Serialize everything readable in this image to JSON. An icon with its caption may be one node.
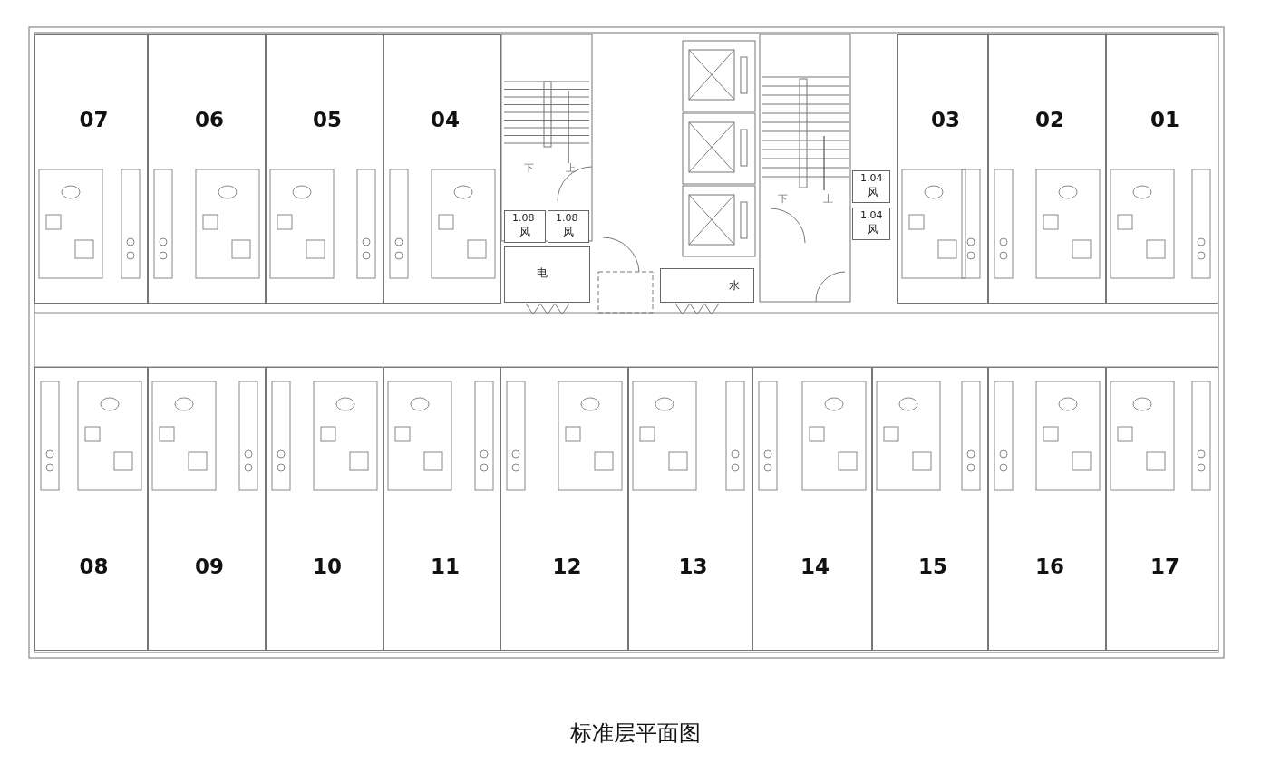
{
  "diagram": {
    "caption": "标准层平面图",
    "nodes": [
      {
        "text": [
          "07"
        ]
      },
      {
        "text": [
          "06"
        ]
      },
      {
        "text": [
          "05"
        ]
      },
      {
        "text": [
          "04"
        ]
      },
      {
        "text": [
          "03"
        ]
      },
      {
        "text": [
          "02"
        ]
      },
      {
        "text": [
          "01"
        ]
      },
      {
        "text": [
          "08"
        ]
      },
      {
        "text": [
          "09"
        ]
      },
      {
        "text": [
          "10"
        ]
      },
      {
        "text": [
          "11"
        ]
      },
      {
        "text": [
          "12"
        ]
      },
      {
        "text": [
          "13"
        ]
      },
      {
        "text": [
          "14"
        ]
      },
      {
        "text": [
          "15"
        ]
      },
      {
        "text": [
          "16"
        ]
      },
      {
        "text": [
          "17"
        ]
      },
      {
        "text": [
          "1.04",
          "风"
        ]
      },
      {
        "text": [
          "1.04",
          "风"
        ]
      },
      {
        "text": [
          "1.08",
          "风"
        ]
      },
      {
        "text": [
          "1.08",
          "风"
        ]
      },
      {
        "text": [
          "电"
        ]
      },
      {
        "text": [
          "水"
        ]
      }
    ],
    "labels": [
      "下",
      "上",
      "下",
      "上"
    ]
  }
}
